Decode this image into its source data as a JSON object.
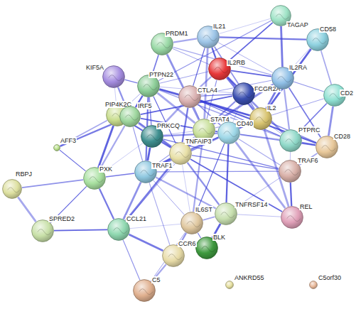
{
  "diagram": {
    "nodes": [
      {
        "text": [
          "TAGAP"
        ]
      },
      {
        "text": [
          "PRDM1"
        ]
      },
      {
        "text": [
          "IL21"
        ]
      },
      {
        "text": [
          "CD58"
        ]
      },
      {
        "text": [
          "KIF5A"
        ]
      },
      {
        "text": [
          "IL2RB"
        ]
      },
      {
        "text": [
          "PTPN22"
        ]
      },
      {
        "text": [
          "FCGR2A"
        ]
      },
      {
        "text": [
          "IL2RA"
        ]
      },
      {
        "text": [
          "CTLA4"
        ]
      },
      {
        "text": [
          "PIP4K2C"
        ]
      },
      {
        "text": [
          "IRF5"
        ]
      },
      {
        "text": [
          "CD2"
        ]
      },
      {
        "text": [
          "IL2"
        ]
      },
      {
        "text": [
          "AFF3"
        ]
      },
      {
        "text": [
          "PRKCQ"
        ]
      },
      {
        "text": [
          "STAT4"
        ]
      },
      {
        "text": [
          "CD40"
        ]
      },
      {
        "text": [
          "PTPRC"
        ]
      },
      {
        "text": [
          "CD28"
        ]
      },
      {
        "text": [
          "TNFAIP3"
        ]
      },
      {
        "text": [
          "TRAF1"
        ]
      },
      {
        "text": [
          "TRAF6"
        ]
      },
      {
        "text": [
          "RBPJ"
        ]
      },
      {
        "text": [
          "PXK"
        ]
      },
      {
        "text": [
          "REL"
        ]
      },
      {
        "text": [
          "TNFRSF14"
        ]
      },
      {
        "text": [
          "IL6ST"
        ]
      },
      {
        "text": [
          "SPRED2"
        ]
      },
      {
        "text": [
          "CCL21"
        ]
      },
      {
        "text": [
          "BLK"
        ]
      },
      {
        "text": [
          "CCR6"
        ]
      },
      {
        "text": [
          "C5"
        ]
      },
      {
        "text": [
          "ANKRD55"
        ]
      },
      {
        "text": [
          "C5orf30"
        ]
      }
    ],
    "edges": [
      {
        "from": 0,
        "to": 2,
        "arrow": "none"
      },
      {
        "from": 0,
        "to": 5,
        "arrow": "none"
      },
      {
        "from": 0,
        "to": 8,
        "arrow": "none"
      },
      {
        "from": 0,
        "to": 6,
        "arrow": "none"
      },
      {
        "from": 1,
        "to": 2,
        "arrow": "none"
      },
      {
        "from": 1,
        "to": 5,
        "arrow": "none"
      },
      {
        "from": 1,
        "to": 6,
        "arrow": "none"
      },
      {
        "from": 1,
        "to": 16,
        "arrow": "none"
      },
      {
        "from": 1,
        "to": 8,
        "arrow": "none"
      },
      {
        "from": 2,
        "to": 5,
        "arrow": "none"
      },
      {
        "from": 2,
        "to": 8,
        "arrow": "none"
      },
      {
        "from": 2,
        "to": 13,
        "arrow": "none"
      },
      {
        "from": 2,
        "to": 16,
        "arrow": "none"
      },
      {
        "from": 2,
        "to": 9,
        "arrow": "none"
      },
      {
        "from": 2,
        "to": 3,
        "arrow": "none"
      },
      {
        "from": 3,
        "to": 8,
        "arrow": "none"
      },
      {
        "from": 3,
        "to": 12,
        "arrow": "none"
      },
      {
        "from": 3,
        "to": 13,
        "arrow": "none"
      },
      {
        "from": 4,
        "to": 6,
        "arrow": "none"
      },
      {
        "from": 4,
        "to": 11,
        "arrow": "none"
      },
      {
        "from": 4,
        "to": 10,
        "arrow": "none"
      },
      {
        "from": 5,
        "to": 8,
        "arrow": "none"
      },
      {
        "from": 5,
        "to": 13,
        "arrow": "none"
      },
      {
        "from": 5,
        "to": 16,
        "arrow": "none"
      },
      {
        "from": 5,
        "to": 9,
        "arrow": "none"
      },
      {
        "from": 5,
        "to": 6,
        "arrow": "none"
      },
      {
        "from": 5,
        "to": 7,
        "arrow": "none"
      },
      {
        "from": 5,
        "to": 18,
        "arrow": "none"
      },
      {
        "from": 6,
        "to": 9,
        "arrow": "none"
      },
      {
        "from": 6,
        "to": 11,
        "arrow": "none"
      },
      {
        "from": 6,
        "to": 10,
        "arrow": "none"
      },
      {
        "from": 6,
        "to": 15,
        "arrow": "none"
      },
      {
        "from": 6,
        "to": 16,
        "arrow": "none"
      },
      {
        "from": 6,
        "to": 20,
        "arrow": "none"
      },
      {
        "from": 6,
        "to": 21,
        "arrow": "none"
      },
      {
        "from": 6,
        "to": 7,
        "arrow": "none"
      },
      {
        "from": 6,
        "to": 18,
        "arrow": "none"
      },
      {
        "from": 6,
        "to": 13,
        "arrow": "none"
      },
      {
        "from": 7,
        "to": 9,
        "arrow": "none"
      },
      {
        "from": 7,
        "to": 16,
        "arrow": "none"
      },
      {
        "from": 7,
        "to": 17,
        "arrow": "none"
      },
      {
        "from": 7,
        "to": 11,
        "arrow": "none"
      },
      {
        "from": 8,
        "to": 13,
        "arrow": "none"
      },
      {
        "from": 8,
        "to": 12,
        "arrow": "none"
      },
      {
        "from": 8,
        "to": 18,
        "arrow": "none"
      },
      {
        "from": 8,
        "to": 9,
        "arrow": "none"
      },
      {
        "from": 8,
        "to": 19,
        "arrow": "none"
      },
      {
        "from": 8,
        "to": 16,
        "arrow": "none"
      },
      {
        "from": 9,
        "to": 13,
        "arrow": "none"
      },
      {
        "from": 9,
        "to": 19,
        "arrow": "none"
      },
      {
        "from": 9,
        "to": 16,
        "arrow": "none"
      },
      {
        "from": 9,
        "to": 17,
        "arrow": "none"
      },
      {
        "from": 9,
        "to": 15,
        "arrow": "none"
      },
      {
        "from": 9,
        "to": 18,
        "arrow": "none"
      },
      {
        "from": 9,
        "to": 20,
        "arrow": "none"
      },
      {
        "from": 10,
        "to": 11,
        "arrow": "none"
      },
      {
        "from": 10,
        "to": 14,
        "arrow": "none"
      },
      {
        "from": 10,
        "to": 24,
        "arrow": "none"
      },
      {
        "from": 10,
        "to": 15,
        "arrow": "none"
      },
      {
        "from": 10,
        "to": 20,
        "arrow": "none"
      },
      {
        "from": 11,
        "to": 15,
        "arrow": "none"
      },
      {
        "from": 11,
        "to": 16,
        "arrow": "none"
      },
      {
        "from": 11,
        "to": 20,
        "arrow": "none"
      },
      {
        "from": 11,
        "to": 21,
        "arrow": "none"
      },
      {
        "from": 11,
        "to": 24,
        "arrow": "none"
      },
      {
        "from": 12,
        "to": 13,
        "arrow": "none"
      },
      {
        "from": 12,
        "to": 18,
        "arrow": "none"
      },
      {
        "from": 12,
        "to": 19,
        "arrow": "none"
      },
      {
        "from": 13,
        "to": 16,
        "arrow": "none"
      },
      {
        "from": 13,
        "to": 17,
        "arrow": "none"
      },
      {
        "from": 13,
        "to": 18,
        "arrow": "none"
      },
      {
        "from": 13,
        "to": 19,
        "arrow": "none"
      },
      {
        "from": 13,
        "to": 25,
        "arrow": "none"
      },
      {
        "from": 14,
        "to": 24,
        "arrow": "none"
      },
      {
        "from": 14,
        "to": 11,
        "arrow": "none"
      },
      {
        "from": 15,
        "to": 16,
        "arrow": "none"
      },
      {
        "from": 15,
        "to": 20,
        "arrow": "none"
      },
      {
        "from": 15,
        "to": 21,
        "arrow": "none"
      },
      {
        "from": 15,
        "to": 22,
        "arrow": "none"
      },
      {
        "from": 15,
        "to": 17,
        "arrow": "none"
      },
      {
        "from": 15,
        "to": 24,
        "arrow": "none"
      },
      {
        "from": 16,
        "to": 17,
        "arrow": "none"
      },
      {
        "from": 16,
        "to": 20,
        "arrow": "none"
      },
      {
        "from": 16,
        "to": 21,
        "arrow": "none"
      },
      {
        "from": 16,
        "to": 27,
        "arrow": "none"
      },
      {
        "from": 16,
        "to": 29,
        "arrow": "none"
      },
      {
        "from": 17,
        "to": 20,
        "arrow": "none"
      },
      {
        "from": 17,
        "to": 21,
        "arrow": "none"
      },
      {
        "from": 17,
        "to": 22,
        "arrow": "none"
      },
      {
        "from": 17,
        "to": 26,
        "arrow": "none"
      },
      {
        "from": 17,
        "to": 18,
        "arrow": "none"
      },
      {
        "from": 17,
        "to": 19,
        "arrow": "none"
      },
      {
        "from": 17,
        "to": 25,
        "arrow": "none"
      },
      {
        "from": 17,
        "to": 27,
        "arrow": "none"
      },
      {
        "from": 18,
        "to": 19,
        "arrow": "none"
      },
      {
        "from": 18,
        "to": 22,
        "arrow": "none"
      },
      {
        "from": 19,
        "to": 22,
        "arrow": "none"
      },
      {
        "from": 20,
        "to": 21,
        "arrow": "none"
      },
      {
        "from": 20,
        "to": 22,
        "arrow": "none"
      },
      {
        "from": 20,
        "to": 26,
        "arrow": "none"
      },
      {
        "from": 20,
        "to": 27,
        "arrow": "none"
      },
      {
        "from": 20,
        "to": 25,
        "arrow": "none"
      },
      {
        "from": 20,
        "to": 29,
        "arrow": "none"
      },
      {
        "from": 21,
        "to": 22,
        "arrow": "none"
      },
      {
        "from": 21,
        "to": 26,
        "arrow": "none"
      },
      {
        "from": 21,
        "to": 27,
        "arrow": "none"
      },
      {
        "from": 21,
        "to": 24,
        "arrow": "none"
      },
      {
        "from": 21,
        "to": 29,
        "arrow": "none"
      },
      {
        "from": 21,
        "to": 31,
        "arrow": "none"
      },
      {
        "from": 22,
        "to": 25,
        "arrow": "none"
      },
      {
        "from": 22,
        "to": 26,
        "arrow": "none"
      },
      {
        "from": 23,
        "to": 24,
        "arrow": "none"
      },
      {
        "from": 23,
        "to": 28,
        "arrow": "none"
      },
      {
        "from": 24,
        "to": 28,
        "arrow": "none"
      },
      {
        "from": 24,
        "to": 29,
        "arrow": "none"
      },
      {
        "from": 25,
        "to": 26,
        "arrow": "none"
      },
      {
        "from": 26,
        "to": 27,
        "arrow": "none"
      },
      {
        "from": 26,
        "to": 30,
        "arrow": "none"
      },
      {
        "from": 27,
        "to": 30,
        "arrow": "none"
      },
      {
        "from": 27,
        "to": 31,
        "arrow": "none"
      },
      {
        "from": 27,
        "to": 29,
        "arrow": "none"
      },
      {
        "from": 28,
        "to": 29,
        "arrow": "none"
      },
      {
        "from": 29,
        "to": 31,
        "arrow": "none"
      },
      {
        "from": 29,
        "to": 32,
        "arrow": "none"
      },
      {
        "from": 31,
        "to": 32,
        "arrow": "none"
      },
      {
        "from": 32,
        "to": 27,
        "arrow": "none"
      }
    ]
  }
}
